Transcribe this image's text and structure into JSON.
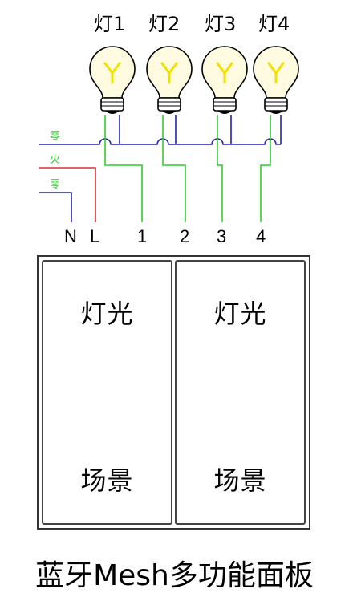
{
  "lamps": [
    {
      "label": "灯1"
    },
    {
      "label": "灯2"
    },
    {
      "label": "灯3"
    },
    {
      "label": "灯4"
    }
  ],
  "wire_labels": {
    "neutral_top": "零",
    "live": "火",
    "neutral_bottom": "零"
  },
  "terminals": [
    "N",
    "L",
    "1",
    "2",
    "3",
    "4"
  ],
  "colors": {
    "neutral": "#2323b0",
    "live": "#e03030",
    "switched": "#2ecc2e",
    "bulb_fill": "#fffbe0",
    "filament": "#f2e000"
  },
  "panel": {
    "keys": [
      {
        "top_label": "灯光",
        "bottom_label": "场景"
      },
      {
        "top_label": "灯光",
        "bottom_label": "场景"
      }
    ]
  },
  "product_title": "蓝牙Mesh多功能面板"
}
